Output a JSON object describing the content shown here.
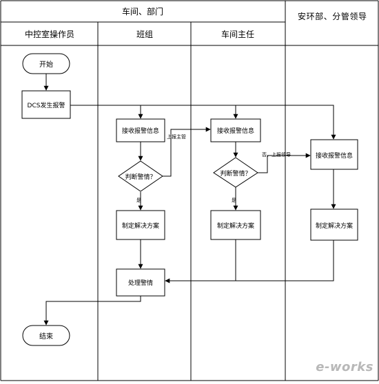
{
  "lanes": {
    "group_header": "车间、部门",
    "safety_header": "安环部、分管领导",
    "col1": "中控室操作员",
    "col2": "班组",
    "col3": "车间主任"
  },
  "nodes": {
    "start": "开始",
    "dcs_alarm": "DCS发生报警",
    "receive_team": "接收报警信息",
    "judge_team": "判断警情？",
    "plan_team": "制定解决方案",
    "handle": "处理警情",
    "receive_director": "接收报警信息",
    "judge_director": "判断警情？",
    "plan_director": "制定解决方案",
    "receive_safety": "接收报警信息",
    "plan_safety": "制定解决方案",
    "end": "结束"
  },
  "edge_labels": {
    "no_report_director": "否，上报主管",
    "no_report_leader": "否，上报领导",
    "yes_team": "是",
    "yes_director": "是"
  },
  "watermark": "e-works"
}
